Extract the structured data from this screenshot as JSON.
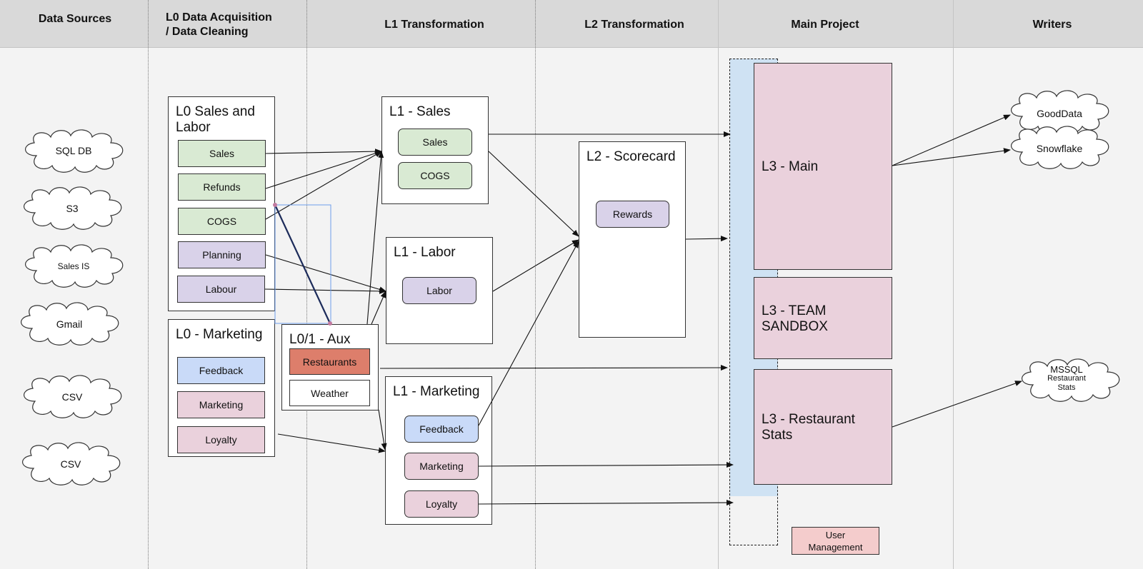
{
  "headers": {
    "data_sources": "Data Sources",
    "l0_line1": "L0 Data Acquisition",
    "l0_line2": "/ Data Cleaning",
    "l1": "L1 Transformation",
    "l2": "L2 Transformation",
    "main": "Main Project",
    "writers": "Writers"
  },
  "sources": [
    "SQL DB",
    "S3",
    "Sales IS",
    "Gmail",
    "CSV",
    "CSV"
  ],
  "l0_sales_labor": {
    "title_line1": "L0 Sales and",
    "title_line2": "Labor",
    "items": [
      "Sales",
      "Refunds",
      "COGS",
      "Planning",
      "Labour"
    ]
  },
  "l0_marketing": {
    "title": "L0 - Marketing",
    "items": [
      "Feedback",
      "Marketing",
      "Loyalty"
    ]
  },
  "l01_aux": {
    "title": "L0/1 - Aux",
    "items": [
      "Restaurants",
      "Weather"
    ]
  },
  "l1_sales": {
    "title": "L1 - Sales",
    "items": [
      "Sales",
      "COGS"
    ]
  },
  "l1_labor": {
    "title": "L1 - Labor",
    "items": [
      "Labor"
    ]
  },
  "l1_marketing": {
    "title": "L1 - Marketing",
    "items": [
      "Feedback",
      "Marketing",
      "Loyalty"
    ]
  },
  "l2_scorecard": {
    "title": "L2 - Scorecard",
    "items": [
      "Rewards"
    ]
  },
  "l3": {
    "main": "L3 - Main",
    "team_line1": "L3 - TEAM",
    "team_line2": "SANDBOX",
    "stats_line1": "L3 - Restaurant",
    "stats_line2": "Stats"
  },
  "user_management": {
    "line1": "User",
    "line2": "Management"
  },
  "writers": {
    "gooddata": "GoodData",
    "snowflake": "Snowflake",
    "mssql_line1": "MSSQL",
    "mssql_line2": "Restaurant",
    "mssql_line3": "Stats"
  },
  "colors": {
    "green": "#d9ead3",
    "purple": "#d9d2e9",
    "blue": "#c9daf8",
    "pink": "#ead1dc",
    "red": "#dd7e6b",
    "light_blue_band": "#cfe2f3"
  }
}
